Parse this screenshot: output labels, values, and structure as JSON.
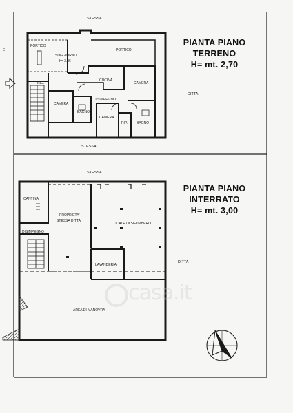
{
  "ground_floor": {
    "heading": [
      "PIANTA PIANO",
      "TERRENO",
      "H= mt. 2,70"
    ],
    "labels": {
      "top_neighbour": "STESSA",
      "bottom_neighbour": "STESSA",
      "side_neighbour": "DITTA",
      "portico_left": "PORTICO",
      "portico_right": "PORTICO",
      "soggiorno": "SOGGIORNO",
      "soggiorno_h": "h= 3.06",
      "cucina": "CUCINA",
      "camera_right": "CAMERA",
      "camera_left": "CAMERA",
      "disimpegno": "DISIMPEGNO",
      "ingresso": "ING.",
      "bagno_left": "BAGNO",
      "camera_bottom": "CAMERA",
      "rip": "RIP.",
      "bagno_right": "BAGNO",
      "left_edge": "E"
    }
  },
  "basement_floor": {
    "heading": [
      "PIANTA PIANO",
      "INTERRATO",
      "H= mt. 3,00"
    ],
    "labels": {
      "side_neighbour": "DITTA",
      "cantina": "CANTINA",
      "proprieta": "PROPRIETA'",
      "stessa_ditta": "STESSA DITTA",
      "locale": "LOCALE DI SGOMBERO",
      "disimpegno": "DISIMPEGNO",
      "lavanderia": "LAVANDERIA",
      "area_manovra": "AREA DI MANOVRA"
    }
  },
  "watermark": "casa.it",
  "colors": {
    "line": "#1a1a1a",
    "paper": "#f6f6f4",
    "hatch": "#555555"
  }
}
